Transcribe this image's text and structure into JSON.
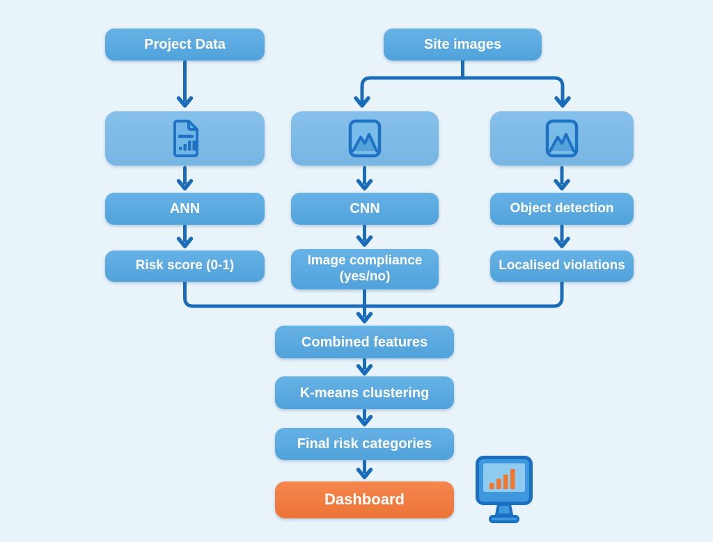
{
  "diagram": {
    "nodes": {
      "project_data": {
        "label": "Project Data"
      },
      "site_images": {
        "label": "Site images"
      },
      "ann": {
        "label": "ANN"
      },
      "cnn": {
        "label": "CNN"
      },
      "object_detection": {
        "label": "Object detection"
      },
      "risk_score": {
        "label": "Risk score (0-1)"
      },
      "image_compliance": {
        "label": "Image compliance (yes/no)"
      },
      "localised_violations": {
        "label": "Localised violations"
      },
      "combined_features": {
        "label": "Combined features"
      },
      "kmeans": {
        "label": "K-means clustering"
      },
      "final_risk": {
        "label": "Final risk categories"
      },
      "dashboard": {
        "label": "Dashboard"
      }
    },
    "icons": {
      "doc_box": "document-chart-icon",
      "image_box_1": "image-icon",
      "image_box_2": "image-icon",
      "corner": "monitor-chart-icon"
    },
    "colors": {
      "background": "#e9f3fa",
      "node_blue": "#55a9e3",
      "icon_box_blue": "#7cbbe9",
      "connector_blue": "#1b6cb8",
      "icon_stroke_blue": "#1d72c4",
      "dashboard_orange": "#f4793a",
      "monitor_bar_orange": "#f0772b",
      "text": "#ffffff"
    }
  }
}
